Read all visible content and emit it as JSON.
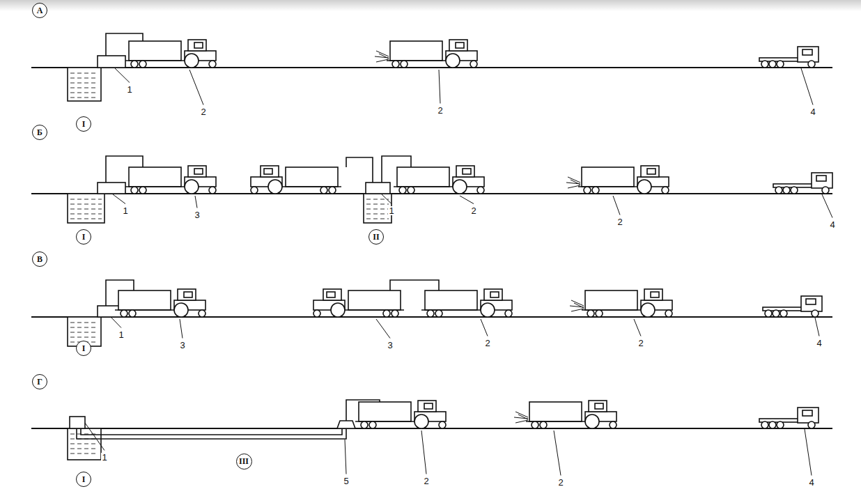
{
  "diagram": {
    "nodes": [
      {
        "text": [
          "А"
        ]
      },
      {
        "text": [
          "I"
        ]
      },
      {
        "text": [
          "Б"
        ]
      },
      {
        "text": [
          "I"
        ]
      },
      {
        "text": [
          "II"
        ]
      },
      {
        "text": [
          "В"
        ]
      },
      {
        "text": [
          "I"
        ]
      },
      {
        "text": [
          "Г"
        ]
      },
      {
        "text": [
          "I"
        ]
      },
      {
        "text": [
          "III"
        ]
      }
    ],
    "labels": [
      "1",
      "2",
      "2",
      "4",
      "1",
      "3",
      "1",
      "2",
      "2",
      "4",
      "1",
      "3",
      "3",
      "2",
      "2",
      "4",
      "1",
      "5",
      "2",
      "2",
      "4"
    ]
  }
}
